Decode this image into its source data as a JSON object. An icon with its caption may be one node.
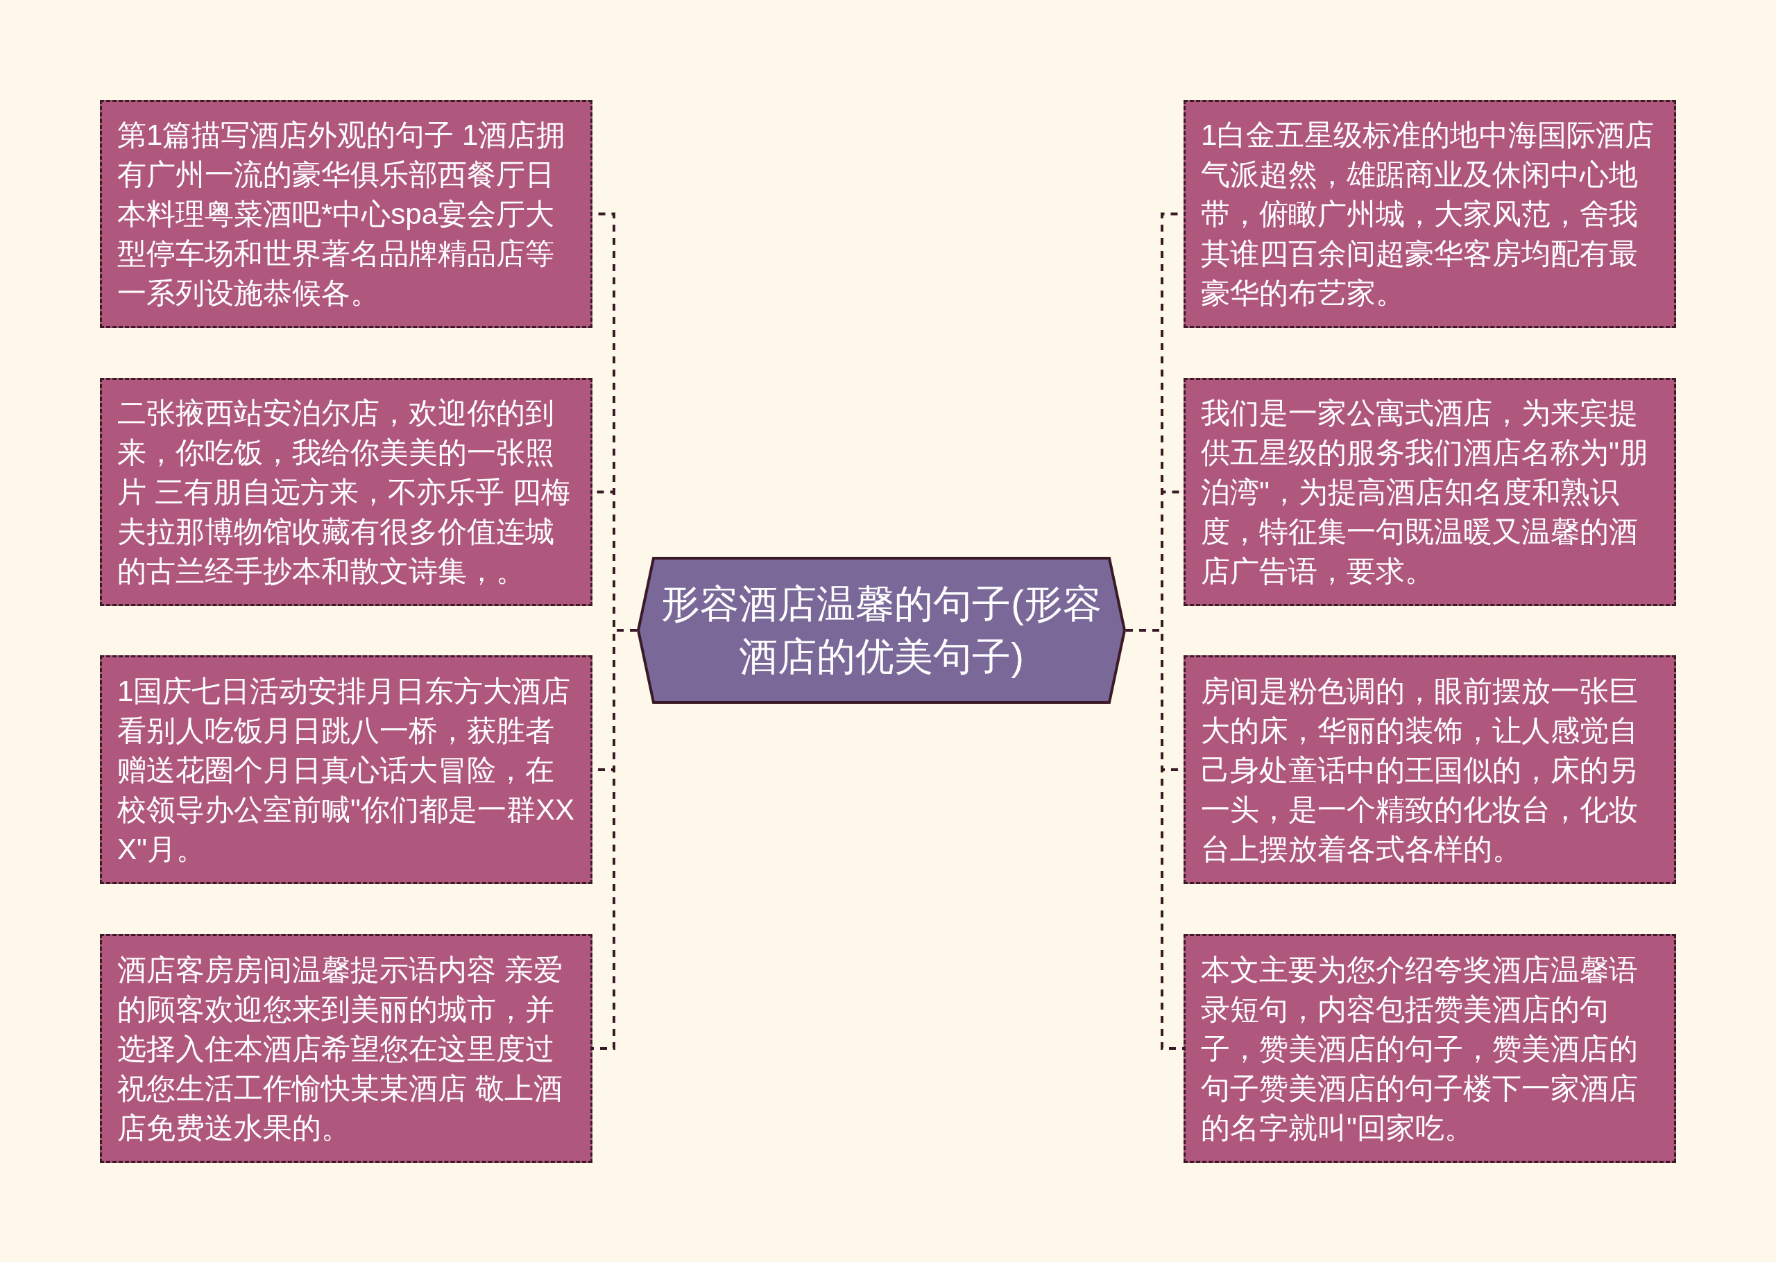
{
  "diagram": {
    "nodes": [
      {
        "text": [
          "形容酒店温馨的句子(形容酒店的优美句子)"
        ]
      },
      {
        "text": [
          "第1篇描写酒店外观的句子 1酒店拥有广州一流的豪华俱乐部西餐厅日本料理粤菜酒吧*中心spa宴会厅大型停车场和世界著名品牌精品店等一系列设施恭候各。"
        ]
      },
      {
        "text": [
          "二张掖西站安泊尔店，欢迎你的到来，你吃饭，我给你美美的一张照片 三有朋自远方来，不亦乐乎 四梅夫拉那博物馆收藏有很多价值连城的古兰经手抄本和散文诗集，。"
        ]
      },
      {
        "text": [
          "1国庆七日活动安排月日东方大酒店看别人吃饭月日跳八一桥，获胜者赠送花圈个月日真心话大冒险，在校领导办公室前喊\"你们都是一群XXX\"月。"
        ]
      },
      {
        "text": [
          "酒店客房房间温馨提示语内容 亲爱的顾客欢迎您来到美丽的城市，并选择入住本酒店希望您在这里度过祝您生活工作愉快某某酒店 敬上酒店免费送水果的。"
        ]
      },
      {
        "text": [
          "1白金五星级标准的地中海国际酒店气派超然，雄踞商业及休闲中心地带，俯瞰广州城，大家风范，舍我其谁四百余间超豪华客房均配有最豪华的布艺家。"
        ]
      },
      {
        "text": [
          "我们是一家公寓式酒店，为来宾提供五星级的服务我们酒店名称为\"朋泊湾\"，为提高酒店知名度和熟识度，特征集一句既温暖又温馨的酒店广告语，要求。"
        ]
      },
      {
        "text": [
          "房间是粉色调的，眼前摆放一张巨大的床，华丽的装饰，让人感觉自己身处童话中的王国似的，床的另一头，是一个精致的化妆台，化妆台上摆放着各式各样的。"
        ]
      },
      {
        "text": [
          "本文主要为您介绍夸奖酒店温馨语录短句，内容包括赞美酒店的句子，赞美酒店的句子，赞美酒店的句子赞美酒店的句子楼下一家酒店的名字就叫\"回家吃。"
        ]
      }
    ],
    "edges": [
      {
        "from": 0,
        "to": 1,
        "arrow": "none",
        "style": "dashed"
      },
      {
        "from": 0,
        "to": 2,
        "arrow": "none",
        "style": "dashed"
      },
      {
        "from": 0,
        "to": 3,
        "arrow": "none",
        "style": "dashed"
      },
      {
        "from": 0,
        "to": 4,
        "arrow": "none",
        "style": "dashed"
      },
      {
        "from": 0,
        "to": 5,
        "arrow": "none",
        "style": "dashed"
      },
      {
        "from": 0,
        "to": 6,
        "arrow": "none",
        "style": "dashed"
      },
      {
        "from": 0,
        "to": 7,
        "arrow": "none",
        "style": "dashed"
      },
      {
        "from": 0,
        "to": 8,
        "arrow": "none",
        "style": "dashed"
      }
    ]
  }
}
